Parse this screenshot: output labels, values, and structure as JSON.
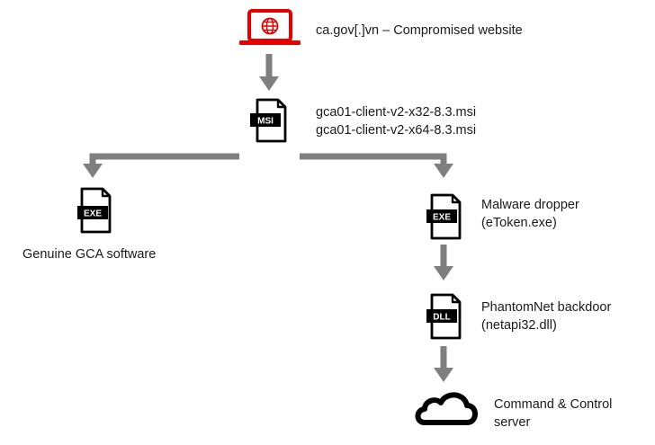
{
  "website": {
    "label": "ca.gov[.]vn – Compromised website",
    "icon": "laptop-globe-icon",
    "accent_color": "#e60000"
  },
  "msi": {
    "icon_text": "MSI",
    "files": [
      "gca01-client-v2-x32-8.3.msi",
      "gca01-client-v2-x64-8.3.msi"
    ]
  },
  "genuine": {
    "icon_text": "EXE",
    "label": "Genuine GCA software"
  },
  "dropper": {
    "icon_text": "EXE",
    "title": "Malware dropper",
    "file": "(eToken.exe)"
  },
  "backdoor": {
    "icon_text": "DLL",
    "title": "PhantomNet backdoor",
    "file": "(netapi32.dll)"
  },
  "c2": {
    "icon": "cloud-icon",
    "line1": "Command & Control",
    "line2": "server"
  },
  "colors": {
    "arrow": "#7f7f7f",
    "icon": "#000000"
  }
}
